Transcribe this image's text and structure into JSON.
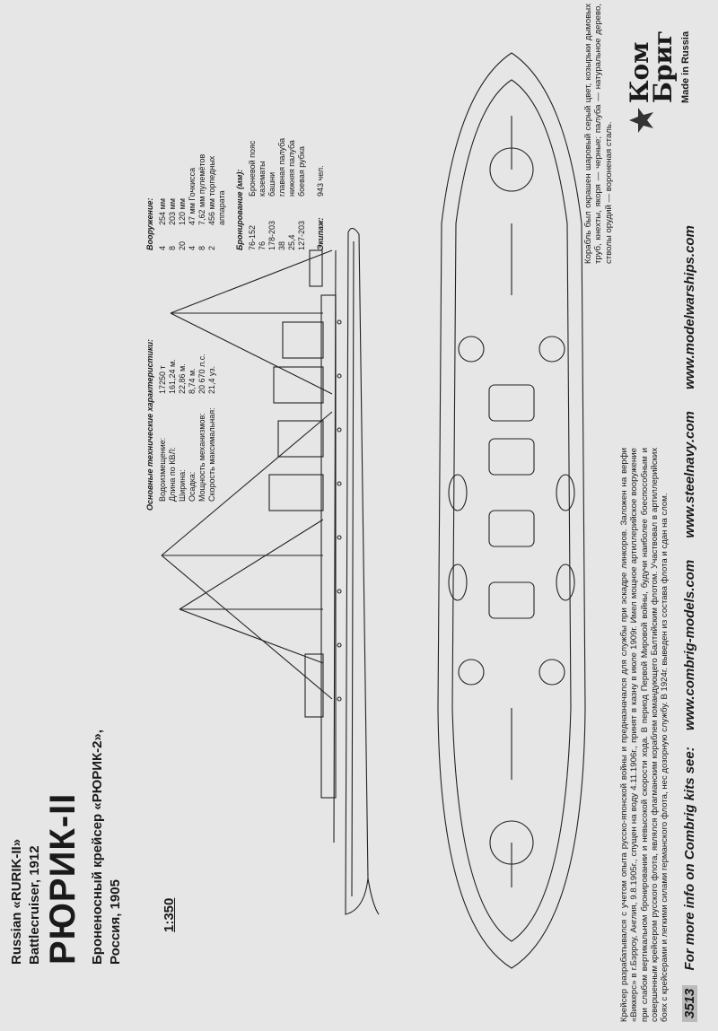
{
  "header": {
    "title_en_1": "Russian «RURIK-II»",
    "title_en_2": "Battlecruiser, 1912",
    "title_big": "РЮРИК-II",
    "title_ru_1": "Броненосный крейсер «РЮРИК-2»,",
    "title_ru_2": "Россия, 1905",
    "scale": "1:350"
  },
  "specs": {
    "heading": "Основные технические характеристики:",
    "rows": [
      {
        "label": "Водоизмещение:",
        "value": "17250 т"
      },
      {
        "label": "Длина по КВЛ:",
        "value": "161,24 м."
      },
      {
        "label": "Ширина:",
        "value": "22,86 м."
      },
      {
        "label": "Осадка:",
        "value": "8,74 м."
      },
      {
        "label": "Мощность механизмов:",
        "value": "20 670 л.с."
      },
      {
        "label": "Скорость максимальная:",
        "value": "21,4 уз."
      }
    ]
  },
  "armament": {
    "heading": "Вооружение:",
    "rows": [
      {
        "qty": "4",
        "item": "254 мм"
      },
      {
        "qty": "8",
        "item": "203 мм"
      },
      {
        "qty": "20",
        "item": "120 мм"
      },
      {
        "qty": "4",
        "item": "47 мм Гочкисса"
      },
      {
        "qty": "8",
        "item": "7,62 мм пулемётов"
      },
      {
        "qty": "2",
        "item": "456 мм торпедных"
      },
      {
        "qty": "",
        "item": "аппарата"
      }
    ]
  },
  "armour": {
    "heading": "Бронирование (мм):",
    "rows": [
      {
        "value": "76-152",
        "item": "Броневой пояс"
      },
      {
        "value": "76",
        "item": "казематы"
      },
      {
        "value": "178-203",
        "item": "башни"
      },
      {
        "value": "38",
        "item": "главная палуба"
      },
      {
        "value": "25,4",
        "item": "нижняя палуба"
      },
      {
        "value": "127-203",
        "item": "боевая рубка"
      }
    ]
  },
  "crew": {
    "heading": "Экипаж:",
    "value": "943 чел."
  },
  "description": "Крейсер разрабатывался с учетом опыта русско-японской войны и предназначался для службы при эскадре линкоров. Заложен на верфи «Виккерс» в г.Бэрроу, Англия, 9.8.1905г., спущен на воду 4.11.1906г., принят в казну в июле 1909г. Имел мощное артиллерийское вооружение при слабом вертикальном бронировании и невысокой скорости хода. В период Первой Мировой войны, будучи наиболее боеспособным и совершенным крейсером русского флота, являлся флагманским кораблем командующего Балтийским флотом. Участвовал в артиллерийских боях с крейсерами и легкими силами германского флота, нес дозорную службу. В 1924г. выведен из состава флота и сдан на слом.",
  "colors_note": "Корабль был окрашен шаровый серый цвет, козырьки дымовых труб, кнехты, якоря — черные; палуба — натуральное дерево, стволы орудий — вороненая сталь.",
  "brand": {
    "logo_line1": "Ком",
    "logo_line2": "Бриг",
    "made_in": "Made in Russia"
  },
  "footer": {
    "code": "3513",
    "text": "For more info on Combrig kits see:",
    "site1": "www.combrig-models.com",
    "site2": "www.steelnavy.com",
    "site3": "www.modelwarships.com"
  }
}
